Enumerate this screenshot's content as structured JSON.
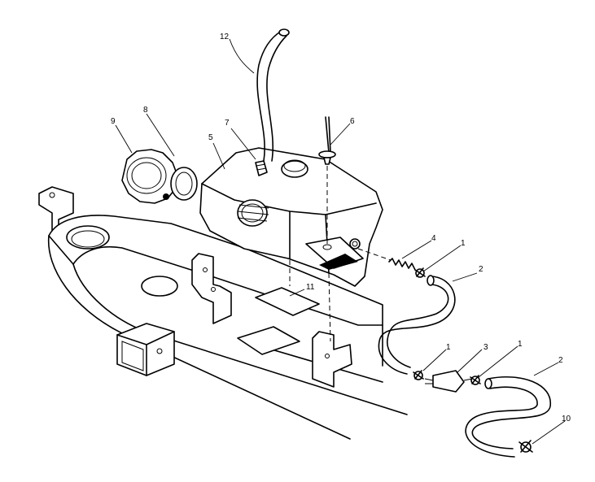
{
  "callouts": [
    {
      "id": "c1a",
      "label": "1"
    },
    {
      "id": "c1b",
      "label": "1"
    },
    {
      "id": "c1c",
      "label": "1"
    },
    {
      "id": "c2a",
      "label": "2"
    },
    {
      "id": "c2b",
      "label": "2"
    },
    {
      "id": "c3",
      "label": "3"
    },
    {
      "id": "c4",
      "label": "4"
    },
    {
      "id": "c5",
      "label": "5"
    },
    {
      "id": "c6",
      "label": "6"
    },
    {
      "id": "c7",
      "label": "7"
    },
    {
      "id": "c8",
      "label": "8"
    },
    {
      "id": "c9",
      "label": "9"
    },
    {
      "id": "c10",
      "label": "10"
    },
    {
      "id": "c11",
      "label": "11"
    },
    {
      "id": "c12",
      "label": "12"
    }
  ]
}
